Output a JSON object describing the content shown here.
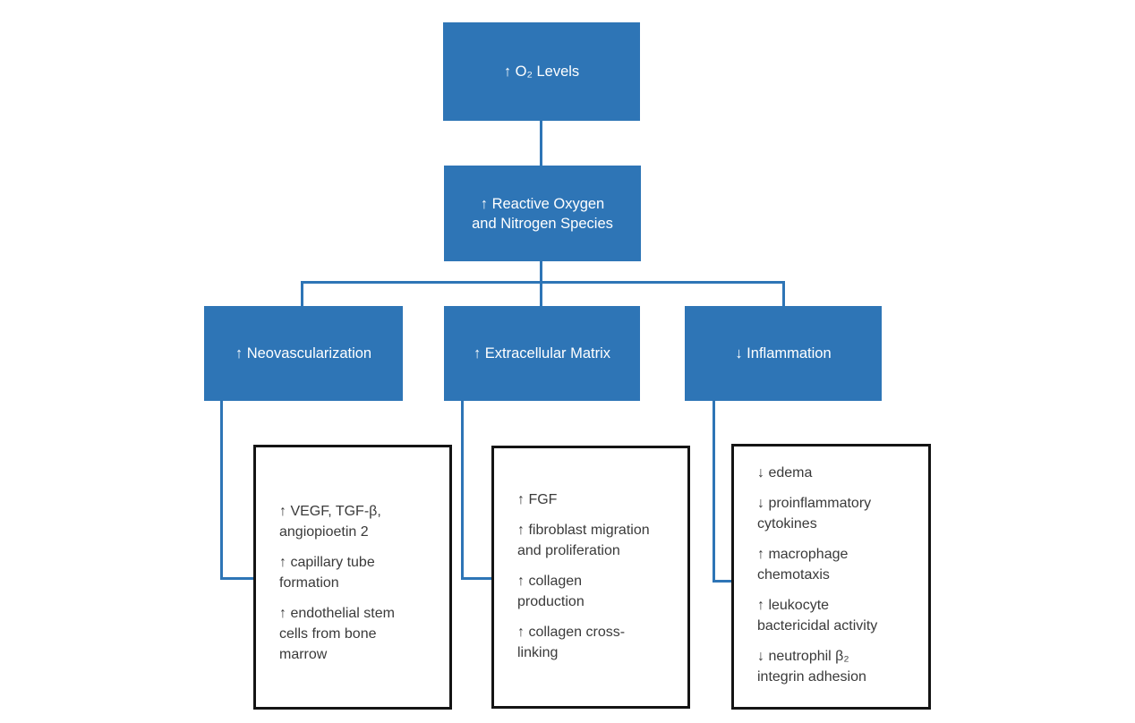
{
  "diagram": {
    "colors": {
      "node_fill": "#2E75B6",
      "node_text": "#FFFFFF",
      "connector": "#2E75B6",
      "detail_border": "#141414",
      "detail_text": "#3A3A3A",
      "background": "#FFFFFF"
    },
    "root": {
      "label": "↑ O₂ Levels"
    },
    "ros": {
      "label": "↑ Reactive Oxygen\nand Nitrogen Species"
    },
    "branches": [
      {
        "label": "↑ Neovascularization",
        "items": [
          "↑ VEGF, TGF-β,\nangiopioetin 2",
          "↑ capillary tube\nformation",
          "↑ endothelial stem\ncells from bone\nmarrow"
        ]
      },
      {
        "label": "↑ Extracellular Matrix",
        "items": [
          "↑ FGF",
          "↑ fibroblast migration\nand proliferation",
          "↑ collagen\nproduction",
          "↑ collagen cross-\nlinking"
        ]
      },
      {
        "label": "↓ Inflammation",
        "items": [
          "↓ edema",
          "↓ proinflammatory\ncytokines",
          "↑ macrophage\nchemotaxis",
          "↑ leukocyte\nbactericidal activity",
          "↓ neutrophil β₂\nintegrin adhesion"
        ]
      }
    ]
  }
}
